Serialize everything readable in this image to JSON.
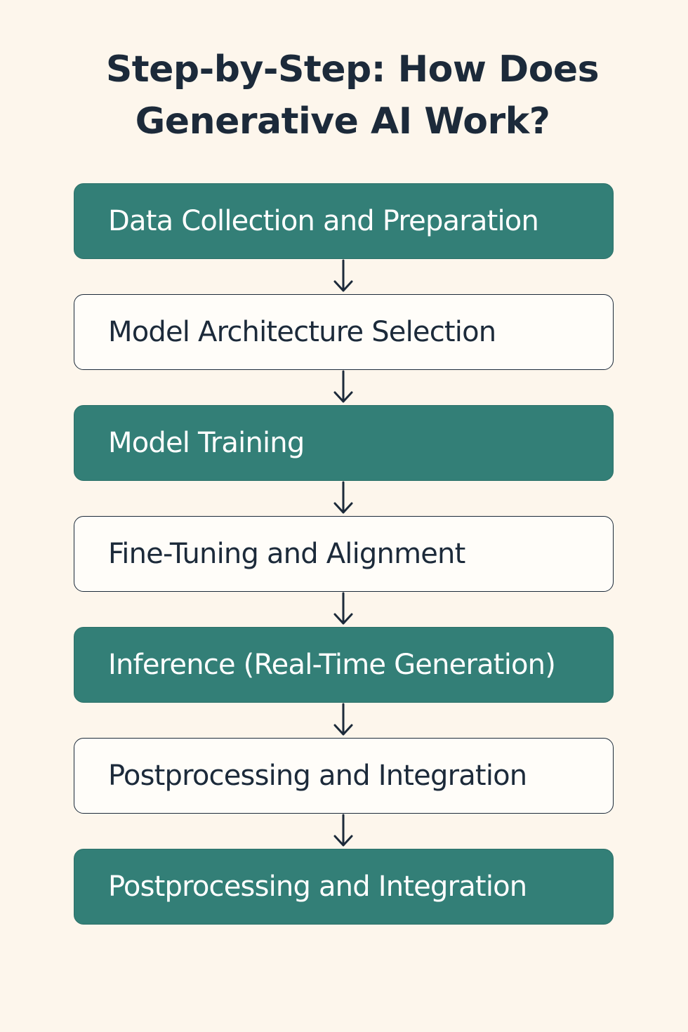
{
  "title": {
    "line1": "Step-by-Step: How Does",
    "line2": "Generative AI Work?"
  },
  "colors": {
    "background": "#fdf6ec",
    "filled_step": "#337f77",
    "outline_step": "#fffdf9",
    "text_dark": "#1c2a3a",
    "text_light": "#ffffff"
  },
  "steps": [
    {
      "label": "Data Collection and Preparation",
      "style": "filled"
    },
    {
      "label": "Model Architecture Selection",
      "style": "outline"
    },
    {
      "label": "Model Training",
      "style": "filled"
    },
    {
      "label": "Fine-Tuning and Alignment",
      "style": "outline"
    },
    {
      "label": "Inference (Real-Time Generation)",
      "style": "filled"
    },
    {
      "label": "Postprocessing and Integration",
      "style": "outline"
    },
    {
      "label": "Postprocessing and Integration",
      "style": "filled"
    }
  ],
  "connector_icon": "arrow-down-icon"
}
